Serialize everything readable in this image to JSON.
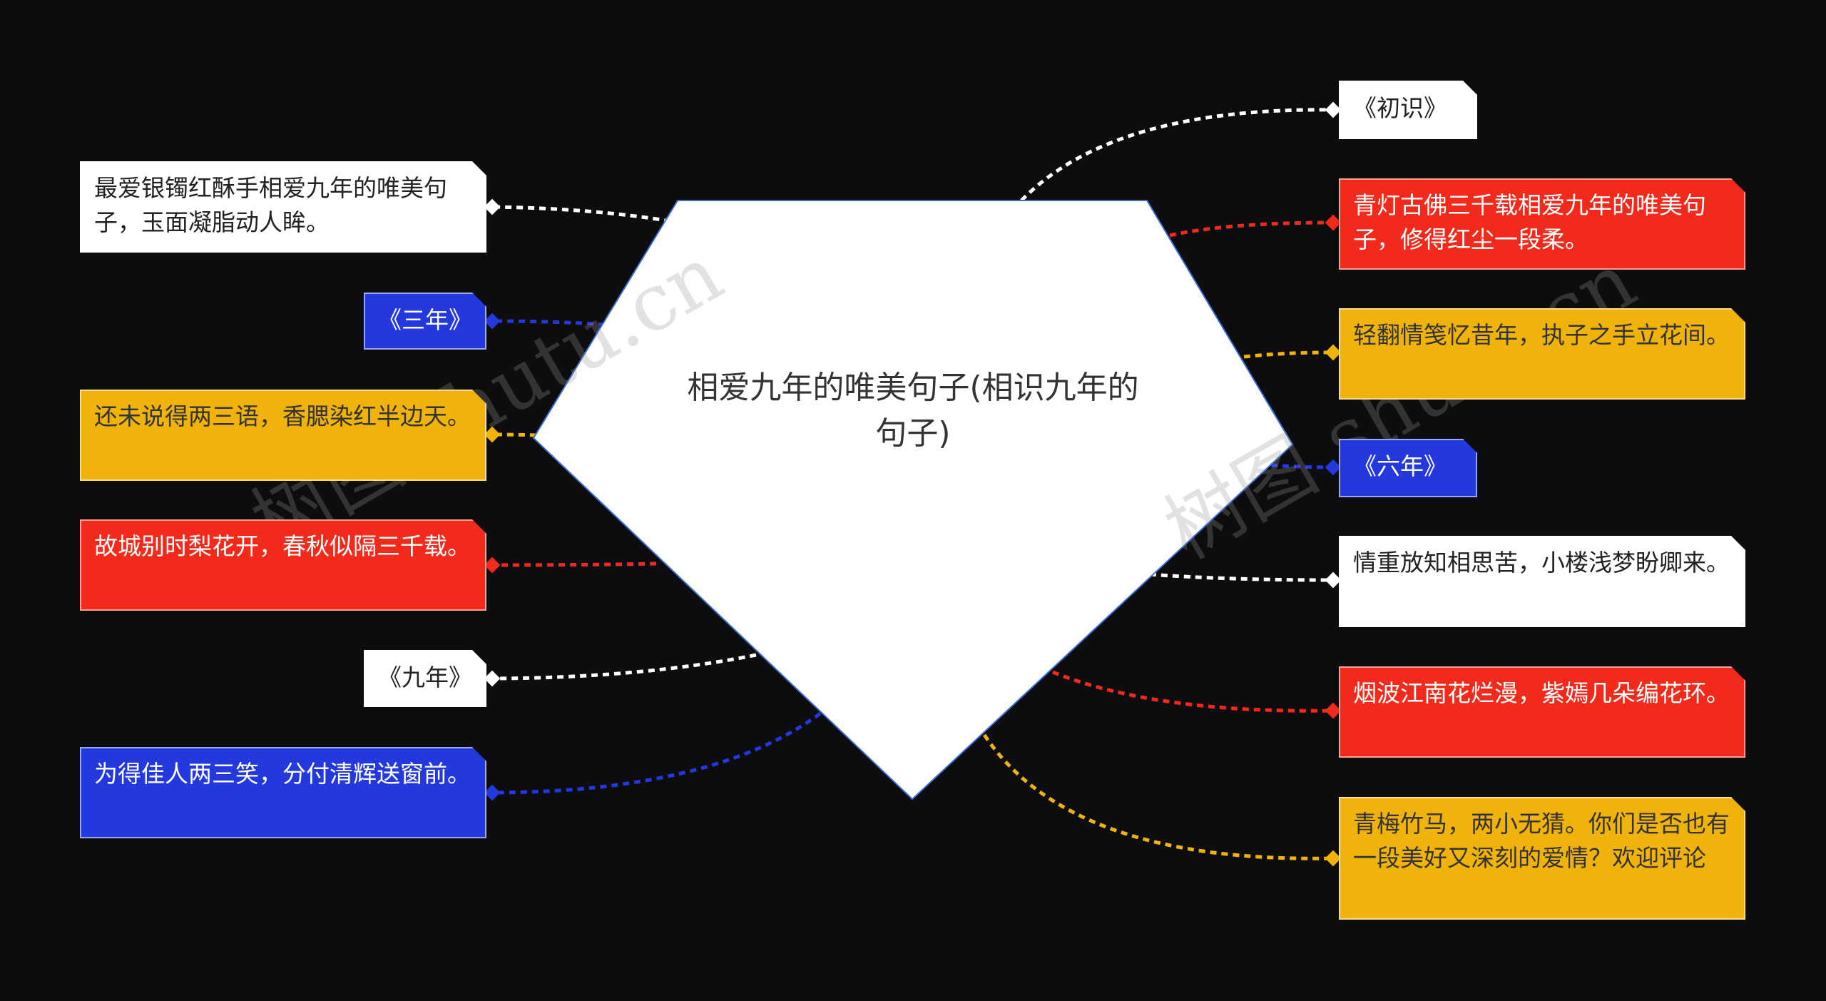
{
  "central": {
    "title": "相爱九年的唯美句子(相识九年的句子)"
  },
  "colors": {
    "background": "#0d0d0f",
    "white": "#ffffff",
    "red": "#f22a1c",
    "yellow": "#f0b30c",
    "blue": "#2338dd"
  },
  "left_nodes": [
    {
      "text": "最爱银镯红酥手相爱九年的唯美句子，玉面凝脂动人眸。",
      "color": "white"
    },
    {
      "text": "《三年》",
      "color": "blue"
    },
    {
      "text": "还未说得两三语，香腮染红半边天。",
      "color": "yellow"
    },
    {
      "text": "故城别时梨花开，春秋似隔三千载。",
      "color": "red"
    },
    {
      "text": "《九年》",
      "color": "white"
    },
    {
      "text": "为得佳人两三笑，分付清辉送窗前。",
      "color": "blue"
    }
  ],
  "right_nodes": [
    {
      "text": "《初识》",
      "color": "white"
    },
    {
      "text": "青灯古佛三千载相爱九年的唯美句子，修得红尘一段柔。",
      "color": "red"
    },
    {
      "text": "轻翻情笺忆昔年，执子之手立花间。",
      "color": "yellow"
    },
    {
      "text": "《六年》",
      "color": "blue"
    },
    {
      "text": "情重放知相思苦，小楼浅梦盼卿来。",
      "color": "white"
    },
    {
      "text": "烟波江南花烂漫，紫嫣几朵编花环。",
      "color": "red"
    },
    {
      "text": "青梅竹马，两小无猜。你们是否也有一段美好又深刻的爱情？欢迎评论",
      "color": "yellow"
    }
  ],
  "watermark": {
    "text": "树图 shutu.cn"
  }
}
